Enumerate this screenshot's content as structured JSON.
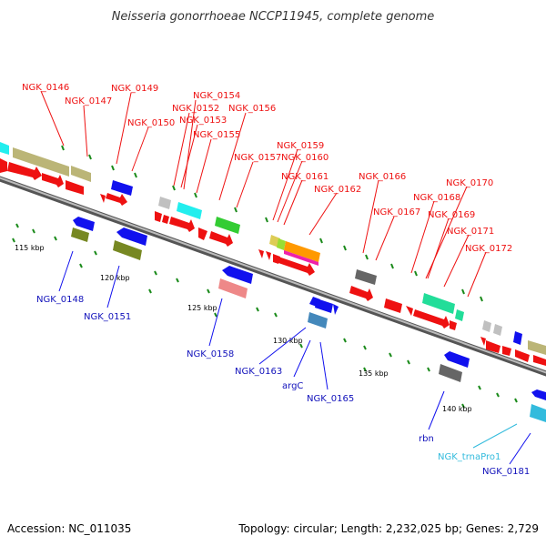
{
  "title": "Neisseria gonorrhoeae NCCP11945, complete genome",
  "accession": "Accession: NC_011035",
  "topology": "Topology: circular; Length: 2,232,025 bp; Genes: 2,729",
  "scale_ticks": [
    "115 kbp",
    "120 kbp",
    "125 kbp",
    "130 kbp",
    "135 kbp",
    "140 kbp"
  ],
  "colors": {
    "forward_gene": "#ee1111",
    "reverse_gene": "#1111ee",
    "trna": "#33bbdd",
    "backbone": "#7f7f7f"
  },
  "labels_forward": [
    "NGK_0146",
    "NGK_0147",
    "NGK_0149",
    "NGK_0150",
    "NGK_0154",
    "NGK_0152",
    "NGK_0153",
    "NGK_0155",
    "NGK_0156",
    "NGK_0157",
    "NGK_0159",
    "NGK_0160",
    "NGK_0161",
    "NGK_0162",
    "NGK_0166",
    "NGK_0167",
    "NGK_0168",
    "NGK_0169",
    "NGK_0170",
    "NGK_0171",
    "NGK_0172"
  ],
  "labels_reverse": [
    "NGK_0148",
    "NGK_0151",
    "NGK_0158",
    "NGK_0163",
    "argC",
    "NGK_0165",
    "rbn",
    "NGK_trnaPro1",
    "NGK_0181"
  ]
}
